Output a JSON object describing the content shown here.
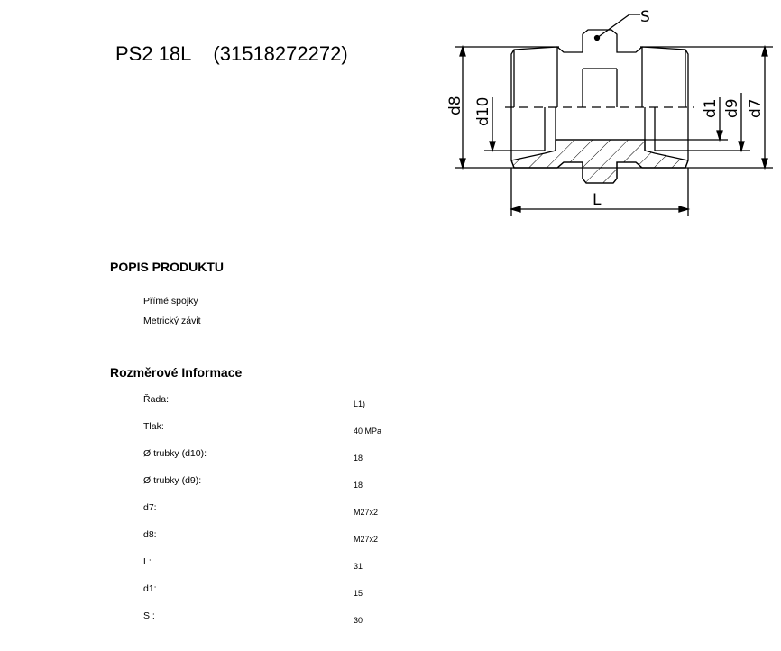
{
  "header": {
    "name": "PS2 18L",
    "code": "(31518272272)"
  },
  "drawing": {
    "labels": {
      "S": "S",
      "d8": "d8",
      "d10": "d10",
      "d1": "d1",
      "d9": "d9",
      "d7": "d7",
      "L": "L"
    }
  },
  "description": {
    "heading": "POPIS PRODUKTU",
    "items": [
      "Přímé spojky",
      "Metrický závit"
    ]
  },
  "dimensions": {
    "heading": "Rozměrové Informace",
    "rows": [
      {
        "label": "Řada:",
        "value": "L1)"
      },
      {
        "label": "Tlak:",
        "value": "40  MPa"
      },
      {
        "label": "Ø trubky (d10):",
        "value": "18"
      },
      {
        "label": "Ø trubky (d9):",
        "value": "18"
      },
      {
        "label": "d7:",
        "value": "M27x2"
      },
      {
        "label": "d8:",
        "value": "M27x2"
      },
      {
        "label": "L:",
        "value": "31"
      },
      {
        "label": "d1:",
        "value": "15"
      },
      {
        "label": "S :",
        "value": "30"
      }
    ]
  }
}
